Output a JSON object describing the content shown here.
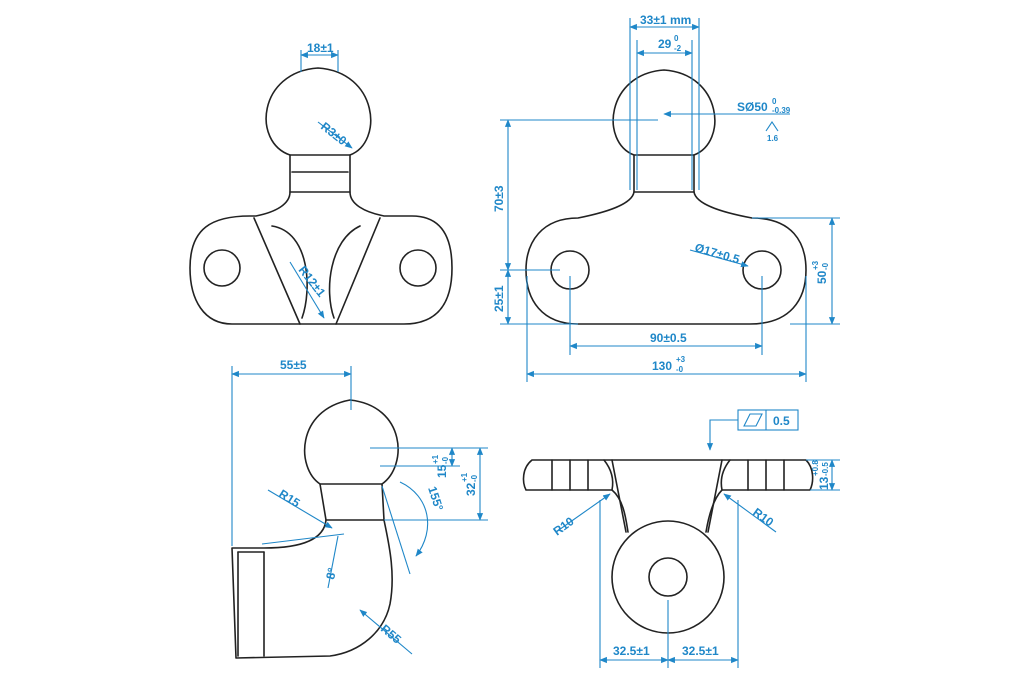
{
  "colors": {
    "dimension": "#1f87c8",
    "outline": "#222222",
    "background": "#ffffff"
  },
  "dims": {
    "top_left": {
      "neck_width": "18±1",
      "ball_radius": "R3±0",
      "fillet_radius": "R12±1"
    },
    "top_right": {
      "ball_width": "33±1 mm",
      "neck_width": "29",
      "neck_width_tol_upper": "0",
      "neck_width_tol_lower": "-2",
      "ball_diameter": "SØ50",
      "ball_diameter_tol_upper": "0",
      "ball_diameter_tol_lower": "-0.39",
      "surface_finish": "1.6",
      "height": "70±3",
      "base_height": "25±1",
      "hole_diameter": "Ø17±0.5",
      "flange_height": "50",
      "flange_height_tol_upper": "+3",
      "flange_height_tol_lower": "-0",
      "hole_spacing": "90±0.5",
      "flange_length": "130",
      "flange_length_tol_upper": "+3",
      "flange_length_tol_lower": "-0"
    },
    "bottom_left": {
      "offset": "55±5",
      "neck_height": "15",
      "neck_height_tol_upper": "+1",
      "neck_height_tol_lower": "-0",
      "ball_height": "32",
      "ball_height_tol_upper": "+1",
      "ball_height_tol_lower": "-0",
      "angle": "155°",
      "fillet_radius": "R15",
      "tilt_angle": "8°",
      "bend_radius": "R55"
    },
    "bottom_right": {
      "flatness": "0.5",
      "plate_thickness": "13",
      "plate_thickness_tol_upper": "+0.8",
      "plate_thickness_tol_lower": "-0.5",
      "left_radius": "R10",
      "right_radius": "R10",
      "left_offset": "32.5±1",
      "right_offset": "32.5±1"
    }
  }
}
